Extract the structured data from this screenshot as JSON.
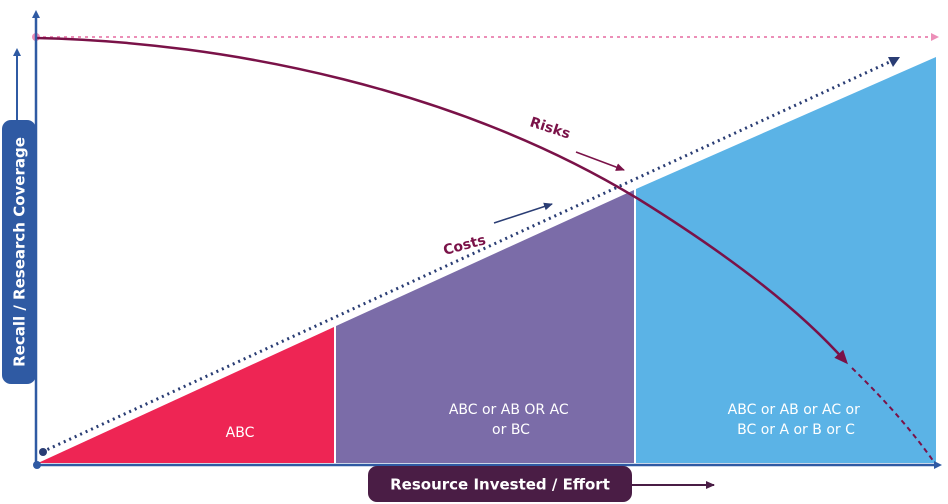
{
  "diagram": {
    "y_axis_label": "Recall / Research Coverage",
    "x_axis_label": "Resource Invested / Effort",
    "regions": [
      {
        "id": "abc",
        "lines": [
          "ABC"
        ]
      },
      {
        "id": "pairs",
        "lines": [
          "ABC or AB OR AC",
          "or BC"
        ]
      },
      {
        "id": "singles",
        "lines": [
          "ABC or AB or AC or",
          "BC or A or B or C"
        ]
      }
    ],
    "curves": {
      "risks": "Risks",
      "costs": "Costs"
    },
    "colors": {
      "abc": "#ee2554",
      "pairs": "#7b6ca8",
      "singles": "#5bb3e6",
      "axis": "#2f5aa3",
      "risks": "#7a1248",
      "costs": "#2a3d74",
      "max_line": "#ec8fb8",
      "x_label_box": "#4a1d45",
      "y_label_box": "#2f5aa3"
    }
  }
}
